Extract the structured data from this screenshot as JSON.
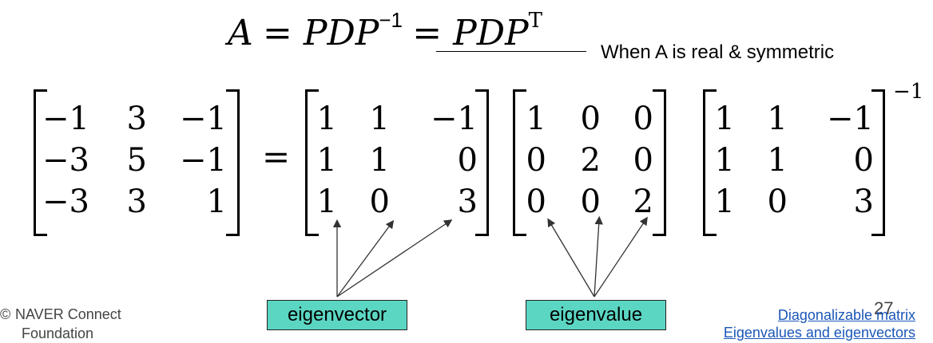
{
  "equation": {
    "lhs": "A",
    "mid": "PDP",
    "mid_exp": "−1",
    "rhs": "PDP",
    "rhs_exp": "T",
    "note": "When A is real & symmetric"
  },
  "matrices": {
    "a": [
      [
        "−1",
        "3",
        "−1"
      ],
      [
        "−3",
        "5",
        "−1"
      ],
      [
        "−3",
        "3",
        "1"
      ]
    ],
    "p": [
      [
        "1",
        "1",
        "−1"
      ],
      [
        "1",
        "1",
        "0"
      ],
      [
        "1",
        "0",
        "3"
      ]
    ],
    "d": [
      [
        "1",
        "0",
        "0"
      ],
      [
        "0",
        "2",
        "0"
      ],
      [
        "0",
        "0",
        "2"
      ]
    ],
    "p_inv": [
      [
        "1",
        "1",
        "−1"
      ],
      [
        "1",
        "1",
        "0"
      ],
      [
        "1",
        "0",
        "3"
      ]
    ],
    "equals": "=",
    "inverse_exponent": "−1"
  },
  "labels": {
    "eigenvector": "eigenvector",
    "eigenvalue": "eigenvalue"
  },
  "footer": {
    "logo_symbol": "©",
    "org_line1": "NAVER Connect",
    "org_line2": "Foundation",
    "page_number": "27",
    "link1": "Diagonalizable matrix",
    "link2": "Eigenvalues and eigenvectors"
  }
}
